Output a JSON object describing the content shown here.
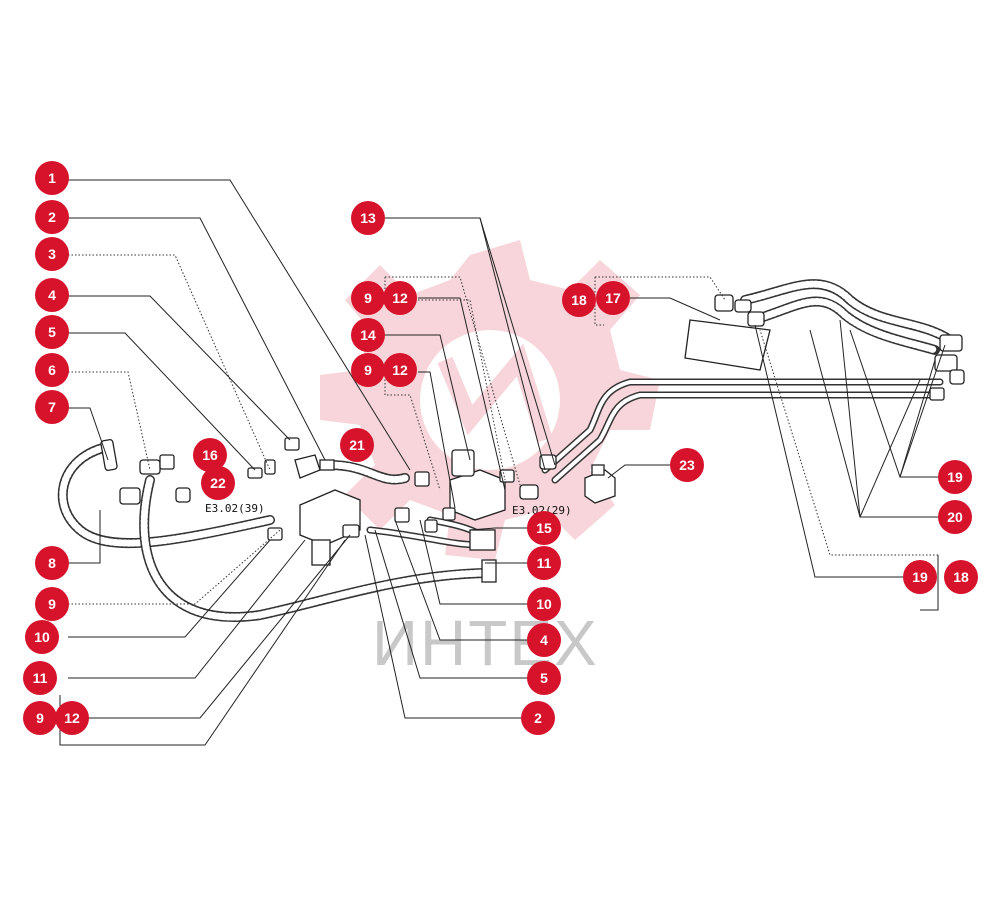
{
  "diagram": {
    "watermark": "ИНТЕХ",
    "notes": {
      "left_ref": "E3.02(39)",
      "right_ref": "E3.02(29)"
    },
    "badges": {
      "b1": "1",
      "b2a": "2",
      "b3": "3",
      "b4a": "4",
      "b5a": "5",
      "b6": "6",
      "b7": "7",
      "b8": "8",
      "b9a": "9",
      "b10a": "10",
      "b11a": "11",
      "b9b": "9",
      "b12a": "12",
      "b13": "13",
      "b9c": "9",
      "b12b": "12",
      "b14": "14",
      "b9d": "9",
      "b12c": "12",
      "b21": "21",
      "b16": "16",
      "b22": "22",
      "b15": "15",
      "b11b": "11",
      "b10b": "10",
      "b4b": "4",
      "b5b": "5",
      "b2b": "2",
      "b18a": "18",
      "b17": "17",
      "b23": "23",
      "b19a": "19",
      "b20": "20",
      "b19b": "19",
      "b18b": "18"
    },
    "colors": {
      "badge_fill": "#d7132c",
      "watermark_red": "#f2b3bd",
      "watermark_grey": "#c8c8c8",
      "line": "#222222"
    }
  }
}
